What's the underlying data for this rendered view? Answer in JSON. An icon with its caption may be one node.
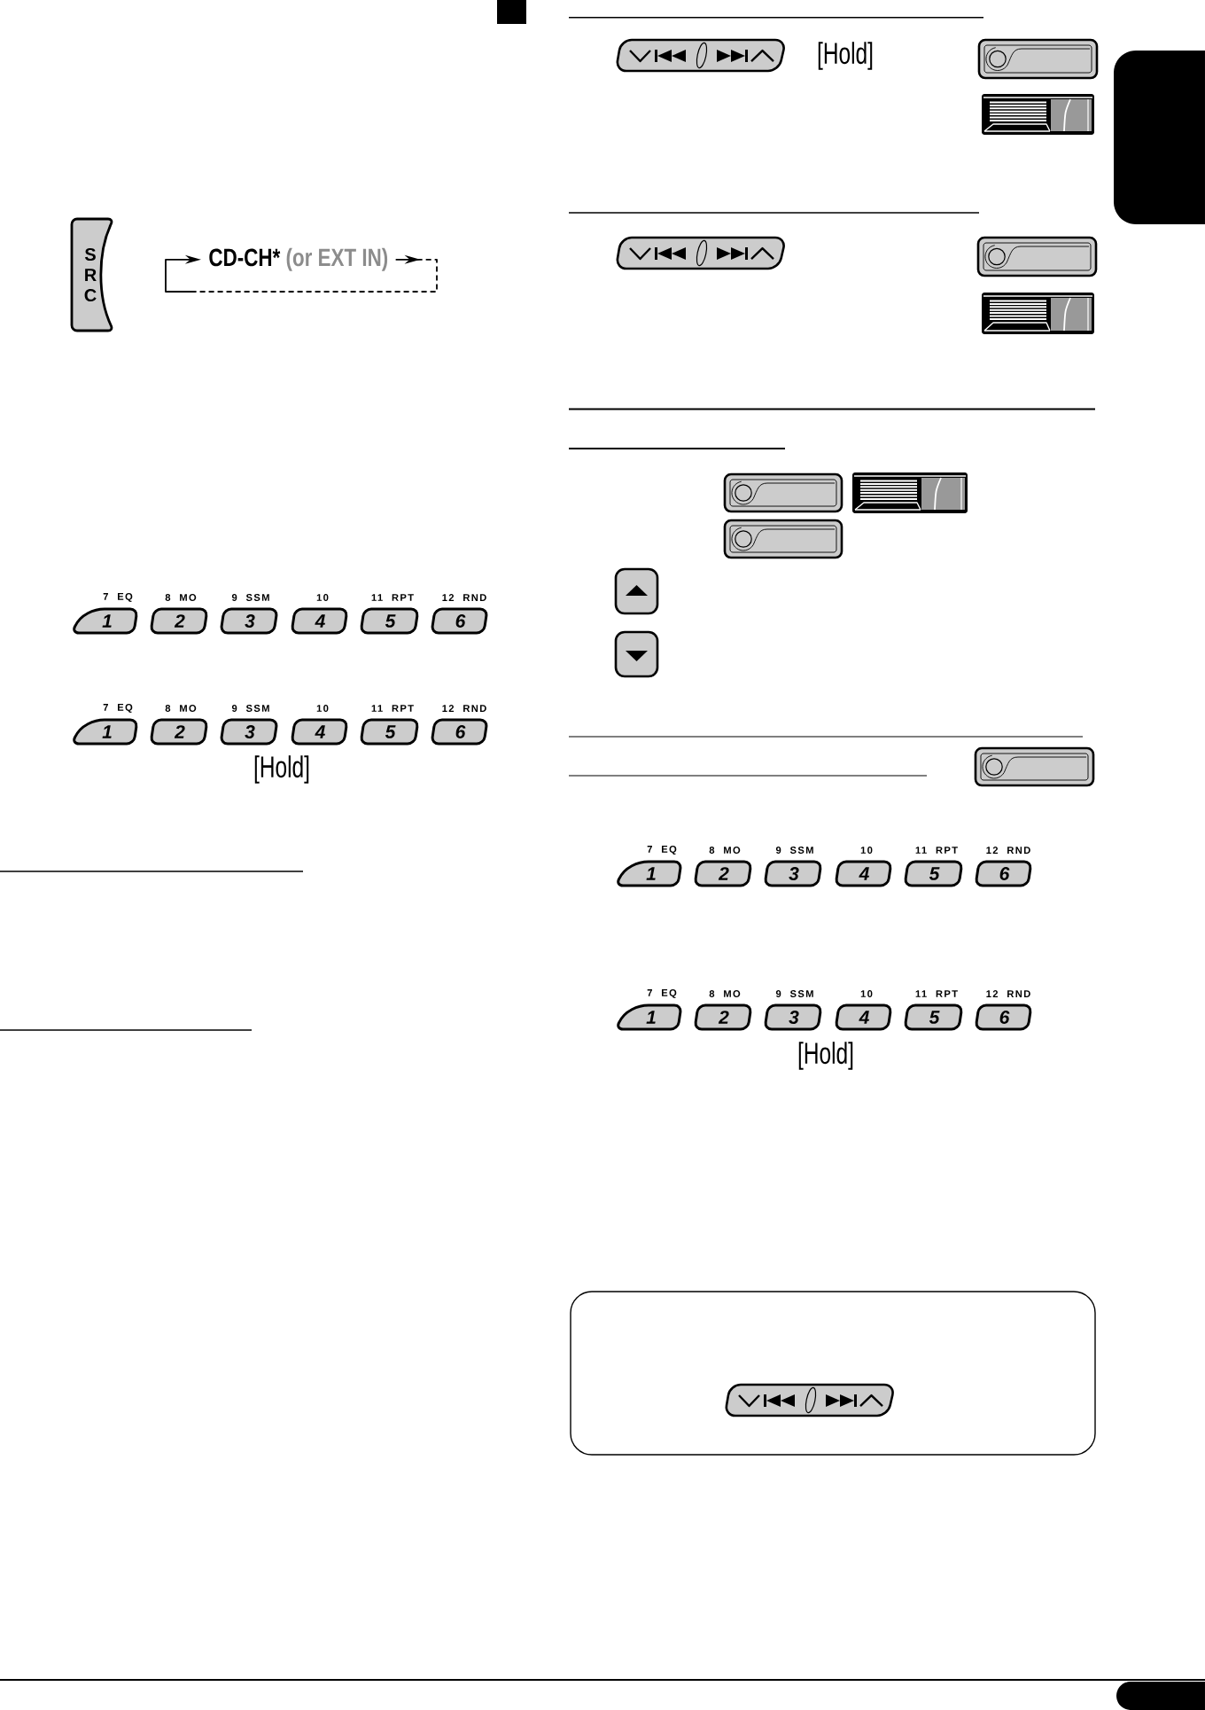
{
  "diagram": {
    "nodes": [
      {
        "text": [
          "S R C"
        ]
      },
      {
        "text": [
          "CD-CH*",
          "(or EXT IN)"
        ]
      },
      {
        "text": [
          "1"
        ],
        "beside": [
          "7 EQ"
        ]
      },
      {
        "text": [
          "2"
        ],
        "beside": [
          "8 MO"
        ]
      },
      {
        "text": [
          "3"
        ],
        "beside": [
          "9 SSM"
        ]
      },
      {
        "text": [
          "4"
        ],
        "beside": [
          "10"
        ]
      },
      {
        "text": [
          "5"
        ],
        "beside": [
          "11 RPT"
        ]
      },
      {
        "text": [
          "6"
        ],
        "beside": [
          "12 RND"
        ]
      },
      {
        "text": [
          "1"
        ],
        "beside": [
          "7 EQ"
        ]
      },
      {
        "text": [
          "2"
        ],
        "beside": [
          "8 MO"
        ]
      },
      {
        "text": [
          "3"
        ],
        "beside": [
          "9 SSM"
        ]
      },
      {
        "text": [
          "4"
        ],
        "beside": [
          "10"
        ]
      },
      {
        "text": [
          "5"
        ],
        "beside": [
          "11 RPT"
        ]
      },
      {
        "text": [
          "6"
        ],
        "beside": [
          "12 RND"
        ]
      },
      {
        "text": [
          "1"
        ],
        "beside": [
          "7 EQ"
        ]
      },
      {
        "text": [
          "2"
        ],
        "beside": [
          "8 MO"
        ]
      },
      {
        "text": [
          "3"
        ],
        "beside": [
          "9 SSM"
        ]
      },
      {
        "text": [
          "4"
        ],
        "beside": [
          "10"
        ]
      },
      {
        "text": [
          "5"
        ],
        "beside": [
          "11 RPT"
        ]
      },
      {
        "text": [
          "6"
        ],
        "beside": [
          "12 RND"
        ]
      },
      {
        "text": [
          "1"
        ],
        "beside": [
          "7 EQ"
        ]
      },
      {
        "text": [
          "2"
        ],
        "beside": [
          "8 MO"
        ]
      },
      {
        "text": [
          "3"
        ],
        "beside": [
          "9 SSM"
        ]
      },
      {
        "text": [
          "4"
        ],
        "beside": [
          "10"
        ]
      },
      {
        "text": [
          "5"
        ],
        "beside": [
          "11 RPT"
        ]
      },
      {
        "text": [
          "6"
        ],
        "beside": [
          "12 RND"
        ]
      },
      {
        "text": [],
        "shape": "box"
      },
      {
        "text": [],
        "shape": "box"
      }
    ],
    "edges": [
      {
        "from": 1,
        "to": 1,
        "arrow": "to",
        "style": "dashed"
      }
    ],
    "labels": [
      "[Hold]",
      "[Hold]",
      "[Hold]"
    ]
  }
}
